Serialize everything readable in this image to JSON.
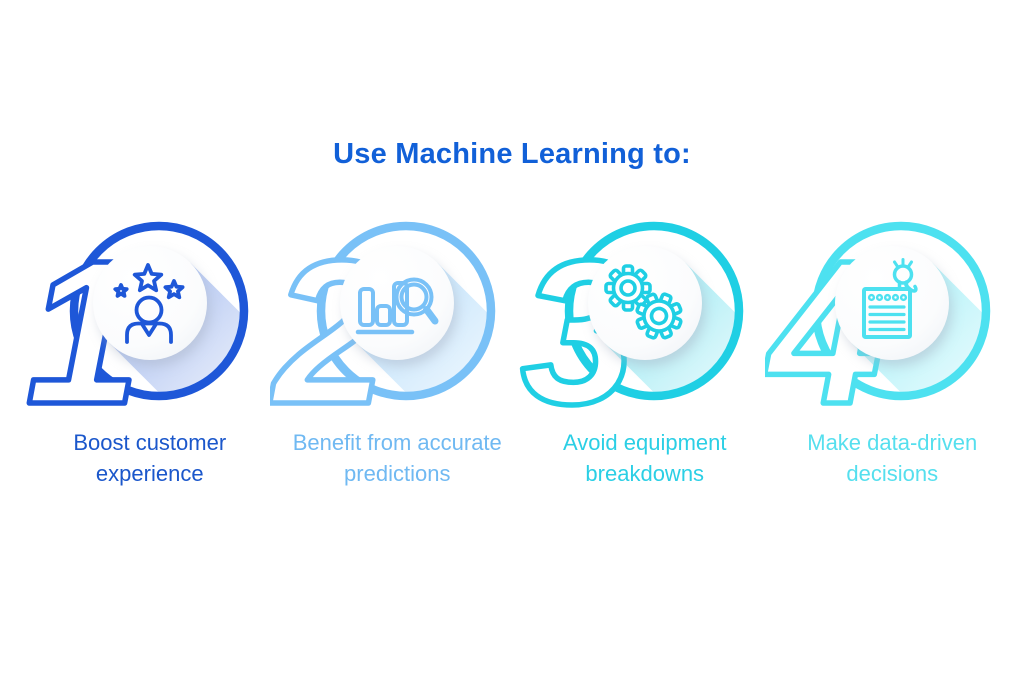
{
  "title": "Use Machine Learning to:",
  "theme": {
    "background": "#ffffff",
    "title_color": "#1160d8"
  },
  "items": [
    {
      "number": "1",
      "label": "Boost customer experience",
      "icon": "customer-with-stars",
      "color": "#1e57d8",
      "label_color": "#1b57cb"
    },
    {
      "number": "2",
      "label": "Benefit from accurate predictions",
      "icon": "bar-chart-magnifier",
      "color": "#79c1f7",
      "label_color": "#70b9f2"
    },
    {
      "number": "3",
      "label": "Avoid equipment breakdowns",
      "icon": "gears",
      "color": "#1fcfe4",
      "label_color": "#2bcfe5"
    },
    {
      "number": "4",
      "label": "Make data-driven decisions",
      "icon": "notepad-lightbulb",
      "color": "#4de1f0",
      "label_color": "#55dfee"
    }
  ]
}
